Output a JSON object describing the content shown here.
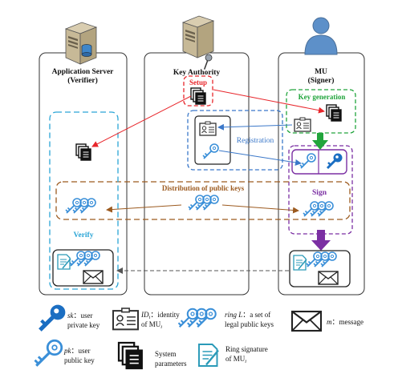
{
  "columns": {
    "verifier": {
      "title": "Application Server",
      "subtitle": "(Verifier)"
    },
    "authority": {
      "title": "Key Authority"
    },
    "signer": {
      "title": "MU",
      "subtitle": "(Signer)"
    }
  },
  "boxes": {
    "setup": "Setup",
    "keygen": "Key generation",
    "registration": "Registration",
    "distribution": "Distribution of public keys",
    "sign": "Sign",
    "verify": "Verify"
  },
  "legend": {
    "sk_term": "sk",
    "sk_sep": "：user",
    "sk_line2": "private key",
    "id_term": "ID",
    "id_sub": "i",
    "id_sep": "：identity",
    "id_line2": "of MU",
    "id_line2_sub": "i",
    "ring_term": "ring L",
    "ring_sep": "：a set of",
    "ring_line2": "legal public keys",
    "m_term": "m",
    "m_sep": "：message",
    "pk_term": "pk",
    "pk_sep": "：user",
    "pk_line2": "public key",
    "sys_line1": "System",
    "sys_line2": "parameters",
    "rs_line1": "Ring signature",
    "rs_line2": "of MU",
    "rs_line2_sub": "i"
  },
  "colors": {
    "setup": "#e8262b",
    "keygen": "#21a53c",
    "registration": "#3b78c9",
    "distribution": "#9c5a1f",
    "sign": "#7b2fa3",
    "verify": "#2aa5d6",
    "key_light": "#3a8fd8",
    "key_dark": "#1b6ec2"
  }
}
